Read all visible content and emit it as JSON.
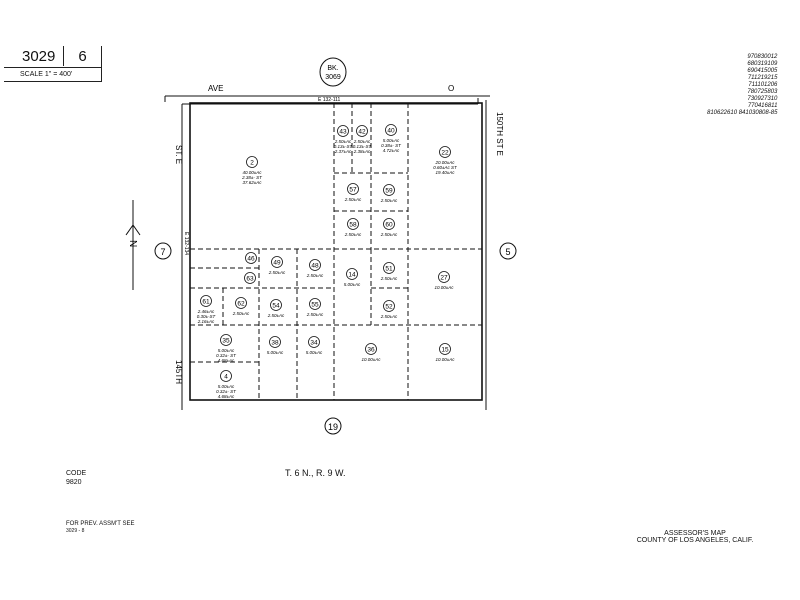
{
  "header": {
    "book_page": "3029",
    "sheet": "6",
    "scale": "SCALE 1\" = 400'"
  },
  "notes": [
    "970830012",
    "680319109",
    "690415005",
    "711219215",
    "711101206",
    "780725803",
    "730927310",
    "770416811",
    "810622610  841030808-85"
  ],
  "streets": {
    "top": "AVE",
    "top_o": "O",
    "top_code": "E 132-111",
    "right": "150TH ST E",
    "left": "ST. E",
    "left_bottom": "145TH",
    "left_code": "E 132-134"
  },
  "book_ref": {
    "label": "BK.",
    "value": "3069"
  },
  "adjacent": {
    "west": "7",
    "east": "5",
    "south": "19"
  },
  "north": "N",
  "parcels": [
    {
      "id": "2",
      "lines": [
        "40.00±Ac",
        "2.38±- ST",
        "37.62±Ac"
      ]
    },
    {
      "id": "43",
      "lines": [
        "2.50±Ac",
        "0.13±-ST",
        "2.37±Ac"
      ]
    },
    {
      "id": "42",
      "lines": [
        "2.50±Ac",
        "0.13±-ST",
        "2.38±Ac"
      ]
    },
    {
      "id": "40",
      "lines": [
        "5.00±Ac",
        "0.38±- ST",
        "4.72±Ac"
      ]
    },
    {
      "id": "22",
      "lines": [
        "20.00±Ac",
        "0.60±Ac ST",
        "19.40±Ac"
      ]
    },
    {
      "id": "57",
      "lines": [
        "2.50±Ac"
      ]
    },
    {
      "id": "59",
      "lines": [
        "2.50±Ac"
      ]
    },
    {
      "id": "58",
      "lines": [
        "2.50±Ac"
      ]
    },
    {
      "id": "60",
      "lines": [
        "2.50±Ac"
      ]
    },
    {
      "id": "46",
      "lines": []
    },
    {
      "id": "63",
      "lines": []
    },
    {
      "id": "49",
      "lines": [
        "2.50±Ac"
      ]
    },
    {
      "id": "48",
      "lines": [
        "2.50±Ac"
      ]
    },
    {
      "id": "14",
      "lines": [
        "5.00±Ac"
      ]
    },
    {
      "id": "51",
      "lines": [
        "2.50±Ac"
      ]
    },
    {
      "id": "52",
      "lines": [
        "2.50±Ac"
      ]
    },
    {
      "id": "27",
      "lines": [
        "10.00±Ac"
      ]
    },
    {
      "id": "61",
      "lines": [
        "2.46±Ac",
        "0.30±-ST",
        "2.16±Ac"
      ]
    },
    {
      "id": "62",
      "lines": [
        "2.50±Ac"
      ]
    },
    {
      "id": "54",
      "lines": [
        "2.50±Ac"
      ]
    },
    {
      "id": "55",
      "lines": [
        "2.50±Ac"
      ]
    },
    {
      "id": "35",
      "lines": [
        "5.00±Ac",
        "0.32±- ST",
        "4.68±Ac"
      ]
    },
    {
      "id": "38",
      "lines": [
        "5.00±Ac"
      ]
    },
    {
      "id": "34",
      "lines": [
        "5.00±Ac"
      ]
    },
    {
      "id": "36",
      "lines": [
        "10.00±Ac"
      ]
    },
    {
      "id": "15",
      "lines": [
        "10.00±Ac"
      ]
    },
    {
      "id": "4",
      "lines": [
        "5.00±Ac",
        "0.32±- ST",
        "4.68±Ac"
      ]
    }
  ],
  "footer": {
    "code_label": "CODE",
    "code": "9820",
    "township": "T. 6 N., R. 9 W.",
    "prev_label": "FOR PREV. ASSM'T SEE",
    "prev": "3029 - 8",
    "title1": "ASSESSOR'S MAP",
    "title2": "COUNTY OF LOS ANGELES, CALIF."
  }
}
